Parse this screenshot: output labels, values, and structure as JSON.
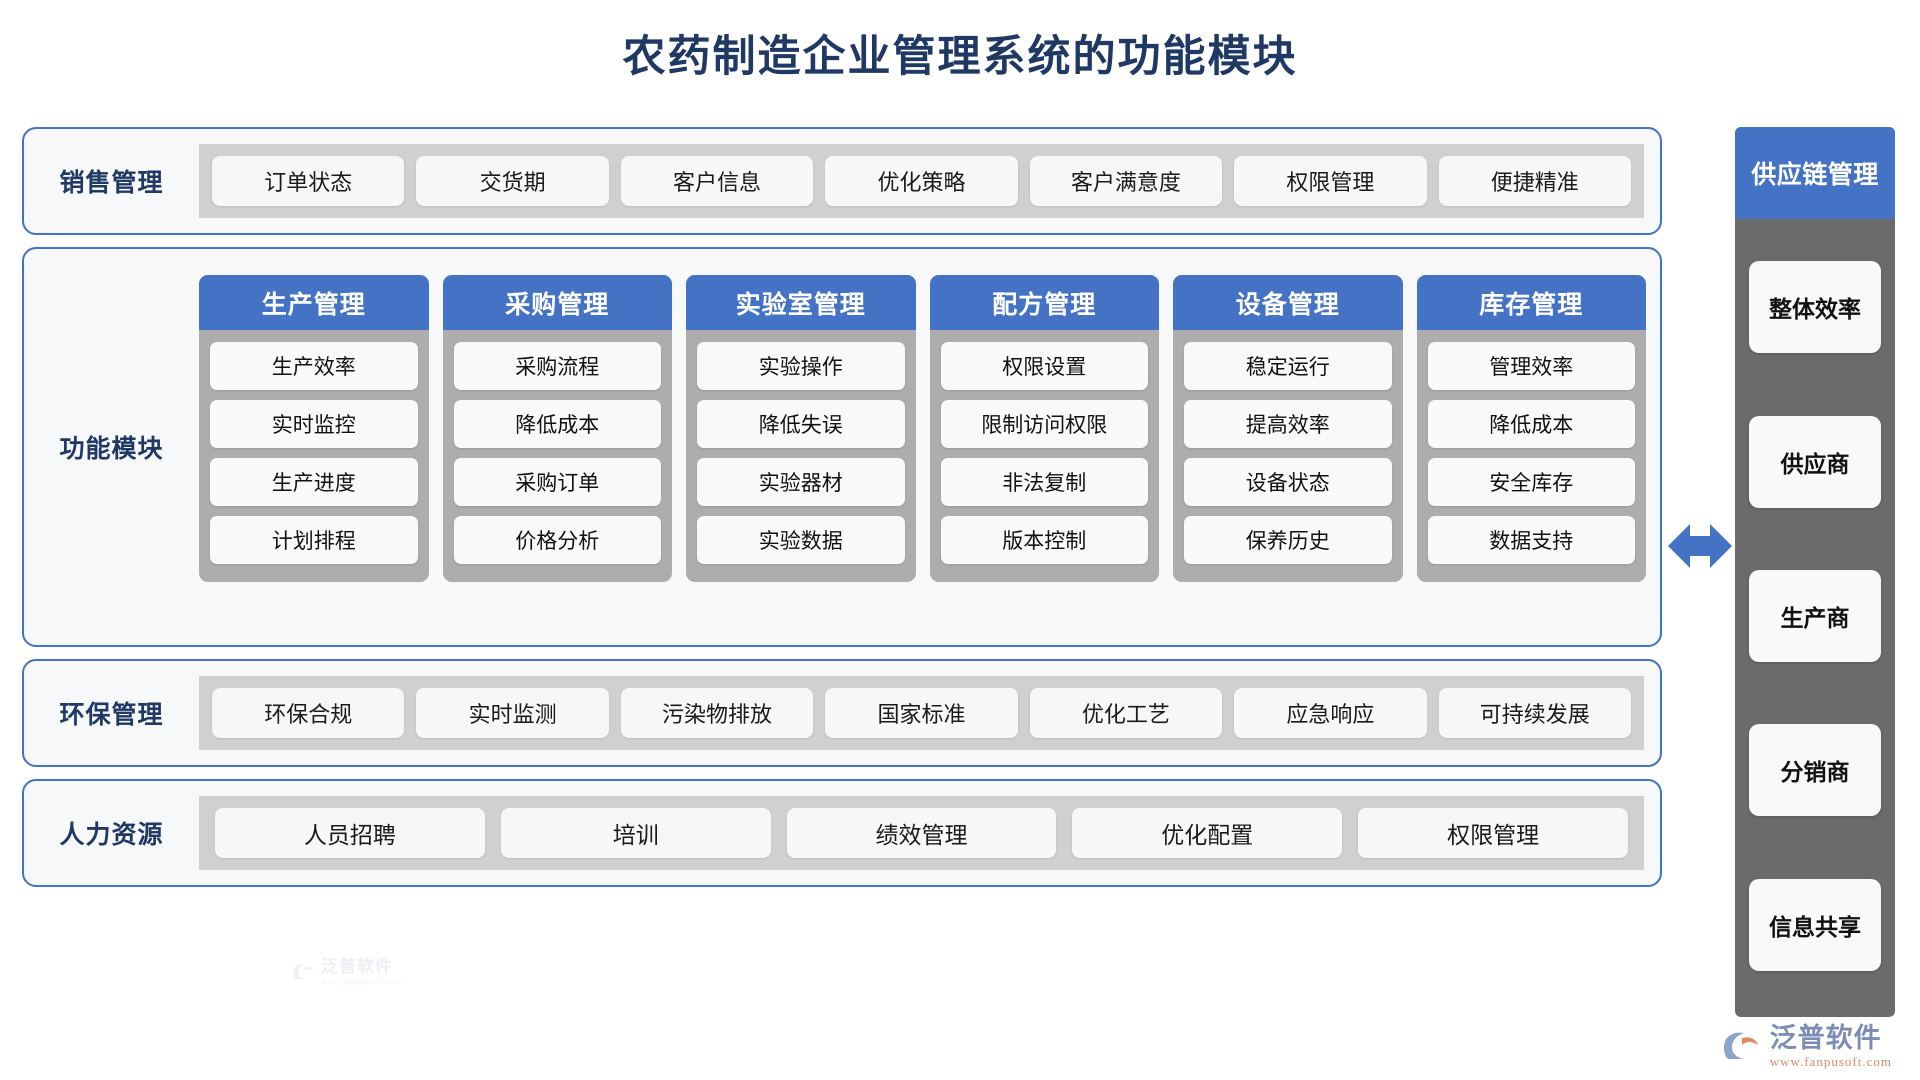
{
  "title": "农药制造企业管理系统的功能模块",
  "bands": {
    "sales": {
      "label": "销售管理",
      "items": [
        "订单状态",
        "交货期",
        "客户信息",
        "优化策略",
        "客户满意度",
        "权限管理",
        "便捷精准"
      ]
    },
    "modules": {
      "label": "功能模块",
      "columns": [
        {
          "header": "生产管理",
          "items": [
            "生产效率",
            "实时监控",
            "生产进度",
            "计划排程"
          ]
        },
        {
          "header": "采购管理",
          "items": [
            "采购流程",
            "降低成本",
            "采购订单",
            "价格分析"
          ]
        },
        {
          "header": "实验室管理",
          "items": [
            "实验操作",
            "降低失误",
            "实验器材",
            "实验数据"
          ]
        },
        {
          "header": "配方管理",
          "items": [
            "权限设置",
            "限制访问权限",
            "非法复制",
            "版本控制"
          ]
        },
        {
          "header": "设备管理",
          "items": [
            "稳定运行",
            "提高效率",
            "设备状态",
            "保养历史"
          ]
        },
        {
          "header": "库存管理",
          "items": [
            "管理效率",
            "降低成本",
            "安全库存",
            "数据支持"
          ]
        }
      ]
    },
    "environment": {
      "label": "环保管理",
      "items": [
        "环保合规",
        "实时监测",
        "污染物排放",
        "国家标准",
        "优化工艺",
        "应急响应",
        "可持续发展"
      ]
    },
    "hr": {
      "label": "人力资源",
      "items": [
        "人员招聘",
        "培训",
        "绩效管理",
        "优化配置",
        "权限管理"
      ]
    }
  },
  "supply_chain": {
    "header": "供应链管理",
    "items": [
      "整体效率",
      "供应商",
      "生产商",
      "分销商",
      "信息共享"
    ]
  },
  "connector": {
    "icon": "double-arrow-horizontal-icon"
  },
  "footer": {
    "logo_name": "泛普软件",
    "logo_url": "www.fanpusoft.com"
  },
  "colors": {
    "accent_blue": "#4472c4",
    "title_navy": "#1f3864",
    "strip_gray": "#d0d0d0",
    "column_gray": "#adadad",
    "supply_gray": "#6b6b6b",
    "card_white": "#f9f9fa"
  }
}
